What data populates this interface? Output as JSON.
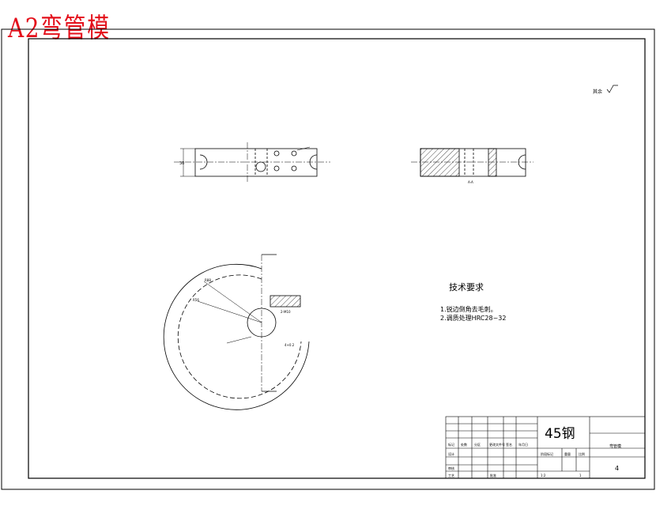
{
  "stamp": {
    "text": "A2弯管模"
  },
  "drawing": {
    "roughness_note": "其余",
    "section_label": "A-A",
    "tech_requirements": {
      "title": "技术要求",
      "items": [
        "1.锐边倒角去毛刺。",
        "2.调质处理HRC28~32"
      ]
    },
    "dimension_labels": {
      "r_outer": "R88",
      "r_inner": "R56",
      "hole": "2-M10",
      "keyway": "4+0.2",
      "depth": "30"
    }
  },
  "title_block": {
    "material": "45钢",
    "part_name": "弯管模",
    "quantity": "4",
    "scale": "1:2",
    "sheet_count": "1",
    "header_cells": [
      "标记",
      "处数",
      "分区",
      "更改文件号",
      "签名",
      "年月日"
    ],
    "role_cells": [
      "设计",
      "审核",
      "工艺",
      "批准"
    ],
    "stage_cells": [
      "阶段标记",
      "重量",
      "比例"
    ]
  }
}
